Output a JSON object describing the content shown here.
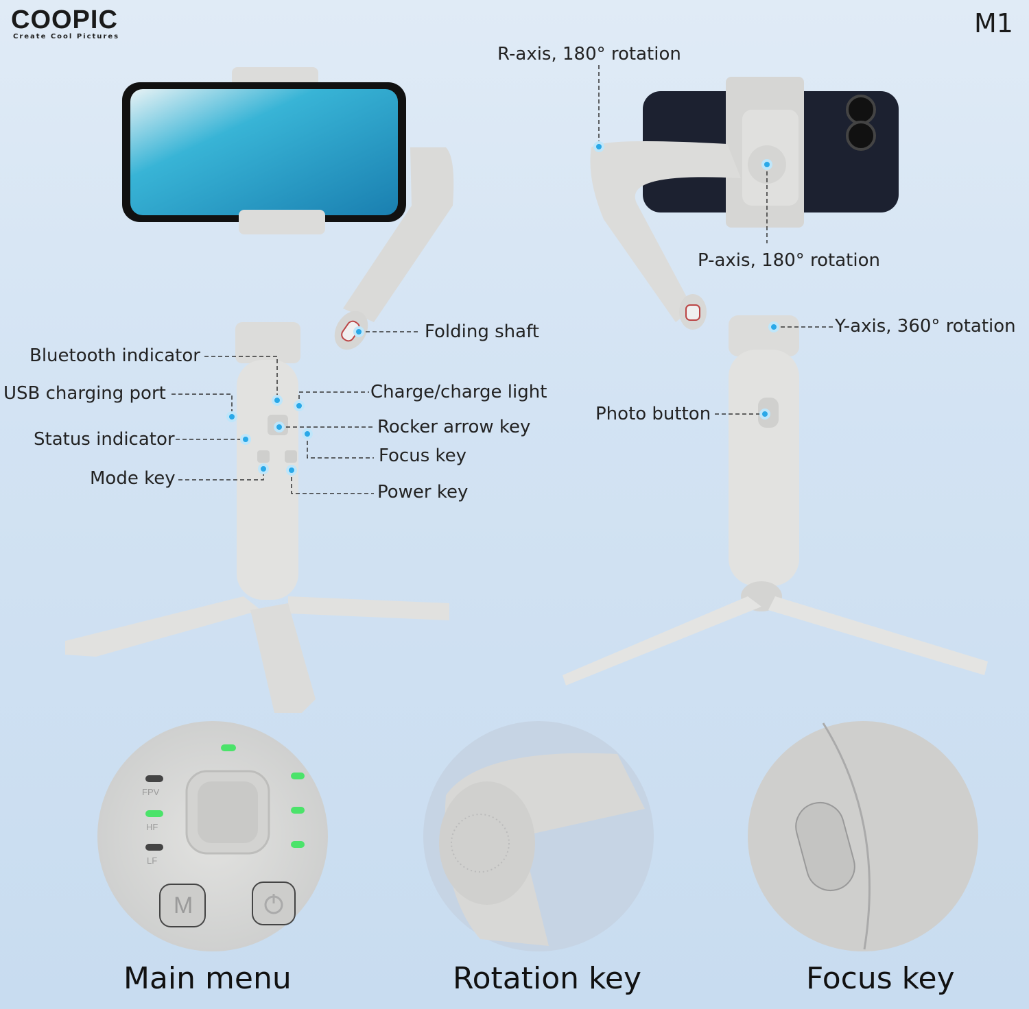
{
  "brand": {
    "name": "COOPIC",
    "tagline": "Create Cool Pictures"
  },
  "model": "M1",
  "callouts": {
    "r_axis": "R-axis, 180° rotation",
    "p_axis": "P-axis, 180° rotation",
    "y_axis": "Y-axis, 360°   rotation",
    "folding_shaft": "Folding shaft",
    "bluetooth_indicator": "Bluetooth indicator",
    "usb_port": "USB charging port",
    "charge_light": "Charge/charge light",
    "rocker_key": "Rocker arrow key",
    "status_indicator": "Status indicator",
    "focus_key": "Focus key",
    "mode_key": "Mode key",
    "power_key": "Power key",
    "photo_button": "Photo button"
  },
  "closeups": [
    {
      "caption": "Main menu",
      "panel_labels": {
        "fpv": "FPV",
        "hf": "HF",
        "lf": "LF",
        "mode": "M"
      }
    },
    {
      "caption": "Rotation key"
    },
    {
      "caption": "Focus key"
    }
  ],
  "colors": {
    "accent_dot": "#29a8e8",
    "led_green": "#4be36a",
    "body": "#e4e4e2"
  }
}
